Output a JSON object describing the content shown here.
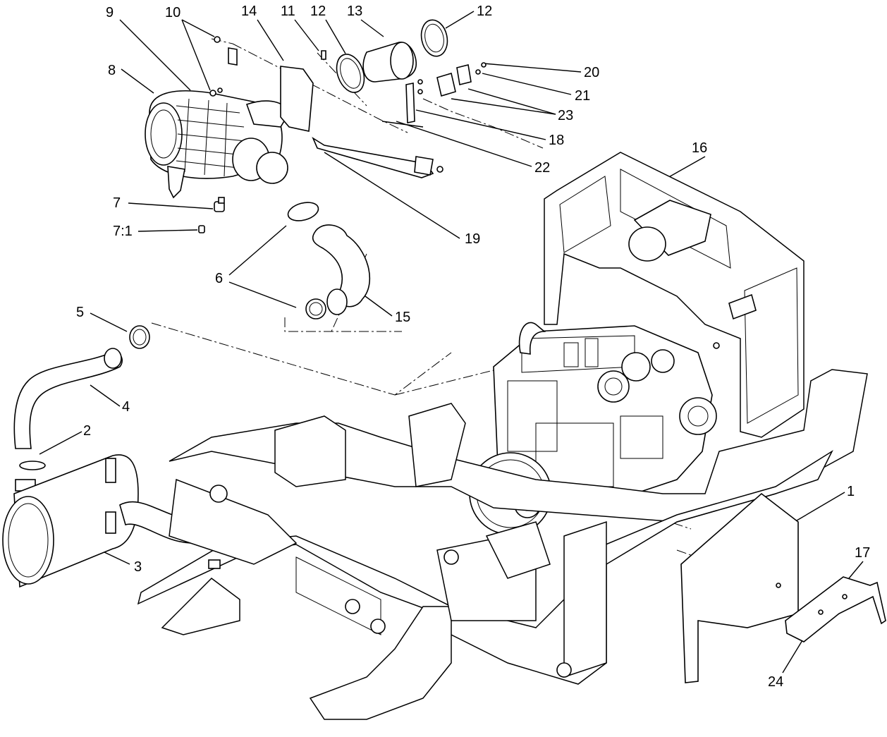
{
  "diagram": {
    "callouts": [
      {
        "id": "c9",
        "label": "9"
      },
      {
        "id": "c10",
        "label": "10"
      },
      {
        "id": "c14",
        "label": "14"
      },
      {
        "id": "c11",
        "label": "11"
      },
      {
        "id": "c12a",
        "label": "12"
      },
      {
        "id": "c13",
        "label": "13"
      },
      {
        "id": "c12b",
        "label": "12"
      },
      {
        "id": "c20",
        "label": "20"
      },
      {
        "id": "c21",
        "label": "21"
      },
      {
        "id": "c23",
        "label": "23"
      },
      {
        "id": "c18",
        "label": "18"
      },
      {
        "id": "c22",
        "label": "22"
      },
      {
        "id": "c8",
        "label": "8"
      },
      {
        "id": "c16",
        "label": "16"
      },
      {
        "id": "c7",
        "label": "7"
      },
      {
        "id": "c71",
        "label": "7:1"
      },
      {
        "id": "c19",
        "label": "19"
      },
      {
        "id": "c6",
        "label": "6"
      },
      {
        "id": "c15",
        "label": "15"
      },
      {
        "id": "c5",
        "label": "5"
      },
      {
        "id": "c4",
        "label": "4"
      },
      {
        "id": "c2",
        "label": "2"
      },
      {
        "id": "c1",
        "label": "1"
      },
      {
        "id": "c3",
        "label": "3"
      },
      {
        "id": "c17",
        "label": "17"
      },
      {
        "id": "c24",
        "label": "24"
      }
    ]
  }
}
